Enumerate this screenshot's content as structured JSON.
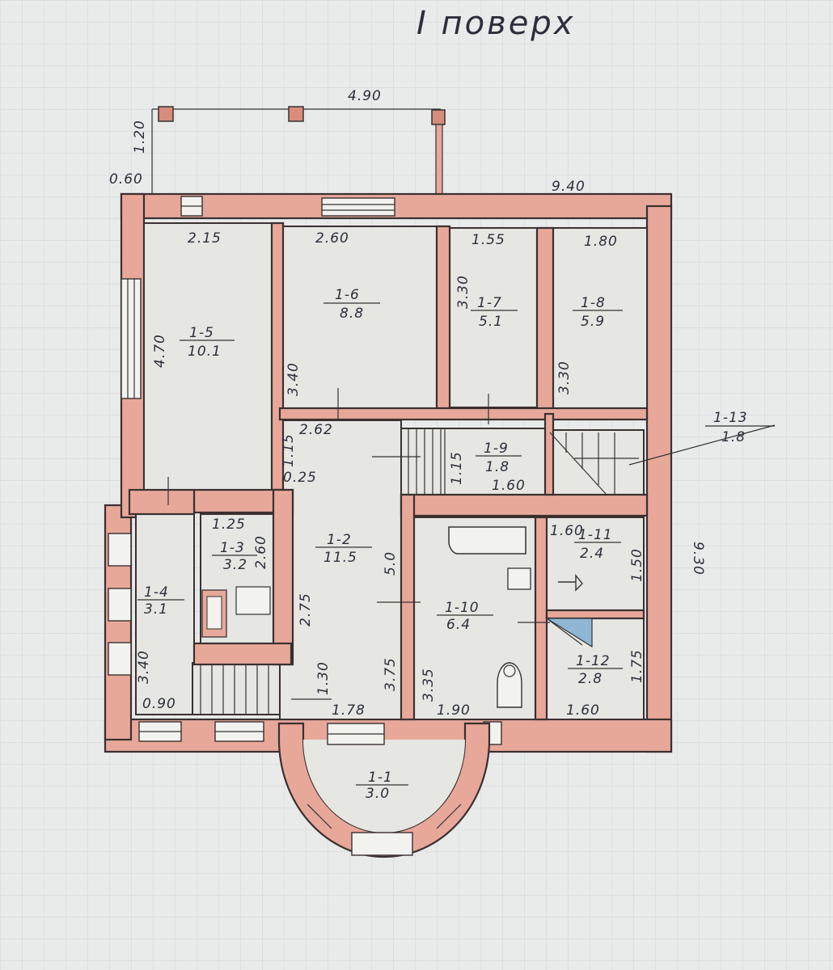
{
  "title": "I поверх",
  "dimensions": {
    "porch_width": "4.90",
    "porch_depth": "1.20",
    "porch_offset": "0.60",
    "overall_width": "9.40",
    "overall_height": "9.30"
  },
  "rooms": [
    {
      "id": "1-1",
      "area": "3.0"
    },
    {
      "id": "1-2",
      "area": "11.5"
    },
    {
      "id": "1-3",
      "area": "3.2"
    },
    {
      "id": "1-4",
      "area": "3.1"
    },
    {
      "id": "1-5",
      "area": "10.1"
    },
    {
      "id": "1-6",
      "area": "8.8"
    },
    {
      "id": "1-7",
      "area": "5.1"
    },
    {
      "id": "1-8",
      "area": "5.9"
    },
    {
      "id": "1-9",
      "area": "1.8"
    },
    {
      "id": "1-10",
      "area": "6.4"
    },
    {
      "id": "1-11",
      "area": "2.4"
    },
    {
      "id": "1-12",
      "area": "2.8"
    },
    {
      "id": "1-13",
      "area": "1.8"
    }
  ],
  "measurements": {
    "r5_w": "2.15",
    "r5_h": "4.70",
    "r6_w": "2.60",
    "r6_h": "3.40",
    "r7_w": "1.55",
    "r7_h": "3.30",
    "r8_w": "1.80",
    "r8_h": "3.30",
    "r2_w": "2.62",
    "r2_h1": "1.15",
    "r2_h2": "5.0",
    "r2_h3": "2.75",
    "r2_gap": "0.25",
    "r9_h": "1.15",
    "r9_w": "1.60",
    "r3_w": "1.25",
    "r3_h": "2.60",
    "r4_h": "3.40",
    "r4_w": "0.90",
    "stair_h": "1.30",
    "stair_w": "1.78",
    "r10_h1": "3.75",
    "r10_h2": "3.35",
    "r10_w": "1.90",
    "r11_w": "1.60",
    "r11_h": "1.50",
    "r12_h": "1.75",
    "r12_w": "1.60"
  },
  "colors": {
    "wall": "#e7a89a",
    "ink": "#2b2f3a",
    "paper": "#e9eaea",
    "tile": "#8fb6d4"
  }
}
